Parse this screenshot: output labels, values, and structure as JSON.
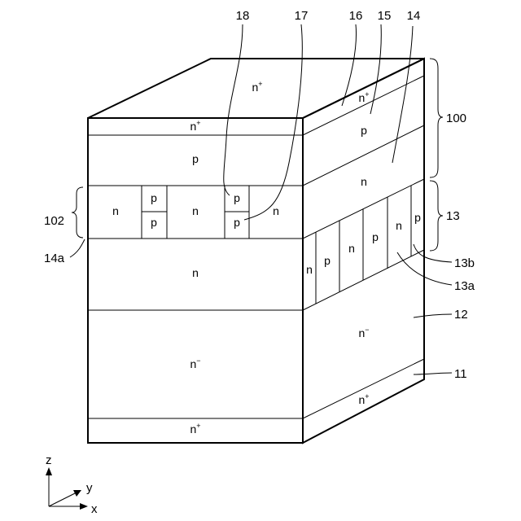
{
  "labels": {
    "top_face_n_plus": "n+",
    "front": {
      "n_plus_top": "n+",
      "p_layer": "p",
      "sj_n1": "n",
      "sj_p_a_top": "p",
      "sj_p_a_bottom": "p",
      "sj_n2": "n",
      "sj_p_b_top": "p",
      "sj_p_b_bottom": "p",
      "sj_n3": "n",
      "n_layer": "n",
      "n_minus": "n−",
      "n_plus_bottom": "n+"
    },
    "side": {
      "n_plus_top": "n+",
      "p_layer": "p",
      "n_layer": "n",
      "col1": "n",
      "col2": "p",
      "col3": "n",
      "col4": "p",
      "col5": "n",
      "col6": "p",
      "n_minus": "n−",
      "n_plus_bottom": "n+"
    }
  },
  "refs": {
    "r18": "18",
    "r17": "17",
    "r16": "16",
    "r15": "15",
    "r14": "14",
    "r100": "100",
    "r102": "102",
    "r13": "13",
    "r14a": "14a",
    "r13b": "13b",
    "r13a": "13a",
    "r12": "12",
    "r11": "11"
  },
  "axes": {
    "z": "z",
    "y": "y",
    "x": "x"
  }
}
